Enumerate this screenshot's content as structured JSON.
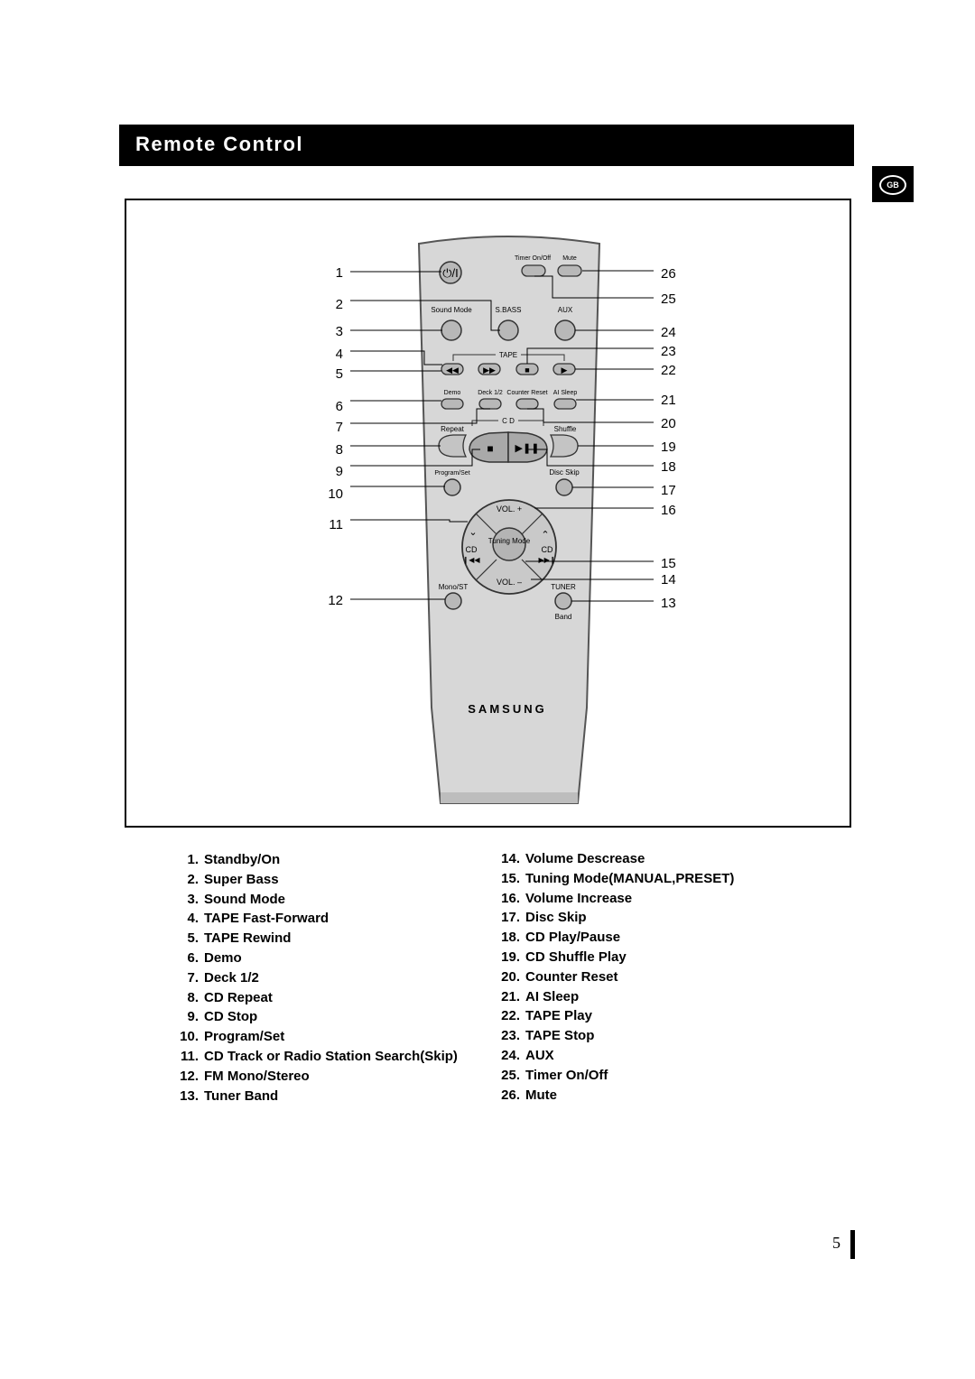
{
  "header": {
    "title": "Remote Control",
    "lang_badge": "GB"
  },
  "remote": {
    "labels": {
      "timer": "Timer On/Off",
      "mute": "Mute",
      "sound_mode": "Sound Mode",
      "sbass": "S.BASS",
      "aux": "AUX",
      "tape": "TAPE",
      "demo": "Demo",
      "deck": "Deck 1/2",
      "counter_reset": "Counter Reset",
      "ai_sleep": "AI Sleep",
      "cd": "C D",
      "repeat": "Repeat",
      "shuffle": "Shuffle",
      "program_set": "Program/Set",
      "disc_skip": "Disc Skip",
      "vol_up": "VOL. +",
      "vol_down": "VOL. –",
      "tuning_mode": "Tuning Mode",
      "cd_left": "CD",
      "cd_right": "CD",
      "mono_st": "Mono/ST",
      "tuner": "TUNER",
      "band": "Band",
      "brand": "SAMSUNG"
    },
    "callouts_left": [
      "1",
      "2",
      "3",
      "4",
      "5",
      "6",
      "7",
      "8",
      "9",
      "10",
      "11",
      "12"
    ],
    "callouts_right": [
      "26",
      "25",
      "24",
      "23",
      "22",
      "21",
      "20",
      "19",
      "18",
      "17",
      "16",
      "15",
      "14",
      "13"
    ]
  },
  "legend_left": [
    {
      "num": "1.",
      "text": "Standby/On"
    },
    {
      "num": "2.",
      "text": "Super Bass"
    },
    {
      "num": "3.",
      "text": "Sound Mode"
    },
    {
      "num": "4.",
      "text": "TAPE Fast-Forward"
    },
    {
      "num": "5.",
      "text": "TAPE Rewind"
    },
    {
      "num": "6.",
      "text": "Demo"
    },
    {
      "num": "7.",
      "text": "Deck 1/2"
    },
    {
      "num": "8.",
      "text": "CD Repeat"
    },
    {
      "num": "9.",
      "text": "CD Stop"
    },
    {
      "num": "10.",
      "text": "Program/Set"
    },
    {
      "num": "11.",
      "text": "CD Track or Radio Station Search(Skip)"
    },
    {
      "num": "12.",
      "text": "FM Mono/Stereo"
    },
    {
      "num": "13.",
      "text": "Tuner Band"
    }
  ],
  "legend_right": [
    {
      "num": "14.",
      "text": "Volume Descrease"
    },
    {
      "num": "15.",
      "text": "Tuning Mode(MANUAL,PRESET)"
    },
    {
      "num": "16.",
      "text": "Volume Increase"
    },
    {
      "num": "17.",
      "text": "Disc Skip"
    },
    {
      "num": "18.",
      "text": "CD Play/Pause"
    },
    {
      "num": "19.",
      "text": "CD Shuffle Play"
    },
    {
      "num": "20.",
      "text": "Counter Reset"
    },
    {
      "num": "21.",
      "text": "AI Sleep"
    },
    {
      "num": "22.",
      "text": "TAPE  Play"
    },
    {
      "num": "23.",
      "text": "TAPE  Stop"
    },
    {
      "num": "24.",
      "text": "AUX"
    },
    {
      "num": "25.",
      "text": "Timer On/Off"
    },
    {
      "num": "26.",
      "text": "Mute"
    }
  ],
  "footer": {
    "page_number": "5"
  }
}
